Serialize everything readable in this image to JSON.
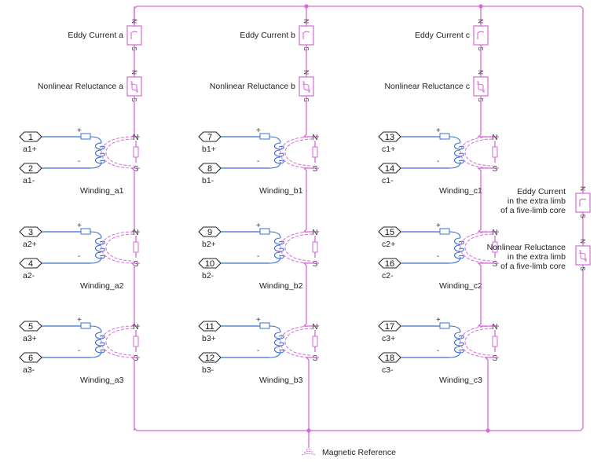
{
  "diagram": {
    "colors": {
      "magnetic": "#d66ad6",
      "electrical": "#3b6fd4",
      "text": "#222222"
    },
    "columns": [
      {
        "eddy_label": "Eddy Current a",
        "reluctance_label": "Nonlinear Reluctance a",
        "windings": [
          {
            "name": "Winding_a1",
            "pos_port": "1",
            "pos_label": "a1+",
            "neg_port": "2",
            "neg_label": "a1-"
          },
          {
            "name": "Winding_a2",
            "pos_port": "3",
            "pos_label": "a2+",
            "neg_port": "4",
            "neg_label": "a2-"
          },
          {
            "name": "Winding_a3",
            "pos_port": "5",
            "pos_label": "a3+",
            "neg_port": "6",
            "neg_label": "a3-"
          }
        ]
      },
      {
        "eddy_label": "Eddy Current b",
        "reluctance_label": "Nonlinear Reluctance b",
        "windings": [
          {
            "name": "Winding_b1",
            "pos_port": "7",
            "pos_label": "b1+",
            "neg_port": "8",
            "neg_label": "b1-"
          },
          {
            "name": "Winding_b2",
            "pos_port": "9",
            "pos_label": "b2+",
            "neg_port": "10",
            "neg_label": "b2-"
          },
          {
            "name": "Winding_b3",
            "pos_port": "11",
            "pos_label": "b3+",
            "neg_port": "12",
            "neg_label": "b3-"
          }
        ]
      },
      {
        "eddy_label": "Eddy Current c",
        "reluctance_label": "Nonlinear Reluctance c",
        "windings": [
          {
            "name": "Winding_c1",
            "pos_port": "13",
            "pos_label": "c1+",
            "neg_port": "14",
            "neg_label": "c1-"
          },
          {
            "name": "Winding_c2",
            "pos_port": "15",
            "pos_label": "c2+",
            "neg_port": "16",
            "neg_label": "c2-"
          },
          {
            "name": "Winding_c3",
            "pos_port": "17",
            "pos_label": "c3+",
            "neg_port": "18",
            "neg_label": "c3-"
          }
        ]
      }
    ],
    "extra_limb": {
      "eddy_label": [
        "Eddy Current",
        "in the extra limb",
        "of a five-limb core"
      ],
      "reluctance_label": [
        "Nonlinear Reluctance",
        "in the extra limb",
        "of a five-limb core"
      ]
    },
    "reference_label": "Magnetic Reference",
    "pin_labels": {
      "north": "N",
      "south": "S",
      "plus": "+",
      "minus": "-"
    }
  }
}
